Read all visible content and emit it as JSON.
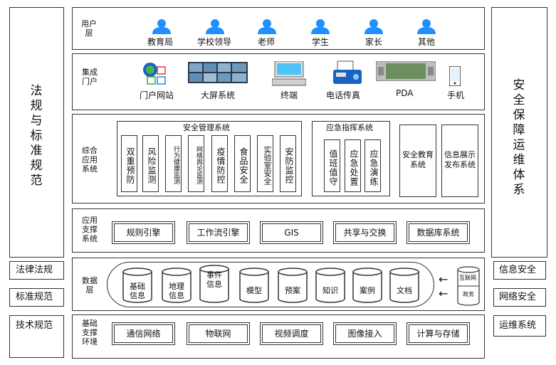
{
  "left_column": {
    "title": "法规与标准规范",
    "items": [
      "法律法规",
      "标准规范",
      "技术规范"
    ]
  },
  "right_column": {
    "title": "安全保障运维体系",
    "items": [
      "信息安全",
      "网络安全",
      "运维系统"
    ]
  },
  "user_layer": {
    "label": "用户层",
    "users": [
      {
        "label": "教育局",
        "icon": "user-icon"
      },
      {
        "label": "学校领导",
        "icon": "user-icon"
      },
      {
        "label": "老师",
        "icon": "user-icon"
      },
      {
        "label": "学生",
        "icon": "user-icon"
      },
      {
        "label": "家长",
        "icon": "user-icon"
      },
      {
        "label": "其他",
        "icon": "user-icon"
      }
    ]
  },
  "portal_layer": {
    "label": "集成门户",
    "items": [
      {
        "label": "门户网站",
        "icon": "portal-icon"
      },
      {
        "label": "大屏系统",
        "icon": "big-screen-icon"
      },
      {
        "label": "终端",
        "icon": "terminal-icon"
      },
      {
        "label": "电话传真",
        "icon": "fax-icon"
      },
      {
        "label": "PDA",
        "icon": "pda-icon"
      },
      {
        "label": "手机",
        "icon": "phone-icon"
      }
    ]
  },
  "app_layer": {
    "label": "综合应用系统",
    "safety_group": {
      "title": "安全管理系统",
      "items": [
        "双重预防",
        "风险监测",
        "行为健康监测",
        "网络舆论监测",
        "疫情防控",
        "食品安全",
        "实验室安全",
        "安防监控"
      ]
    },
    "emergency_group": {
      "title": "应急指挥系统",
      "items": [
        "值班值守",
        "应急处置",
        "应急演练"
      ]
    },
    "others": [
      "安全教育系统",
      "信息展示发布系统"
    ]
  },
  "support_layer": {
    "label": "应用支撑系统",
    "items": [
      "规则引擎",
      "工作流引擎",
      "GIS",
      "共享与交换",
      "数据库系统"
    ]
  },
  "data_layer": {
    "label": "数据层",
    "items": [
      "基础信息",
      "地理信息",
      "事件信息",
      "模型",
      "预案",
      "知识",
      "案例",
      "文档"
    ],
    "source": {
      "top": "互联网",
      "bottom": "政务"
    }
  },
  "infra_layer": {
    "label": "基础支撑环境",
    "items": [
      "通信网络",
      "物联网",
      "视频调度",
      "图像接入",
      "计算与存储"
    ]
  }
}
